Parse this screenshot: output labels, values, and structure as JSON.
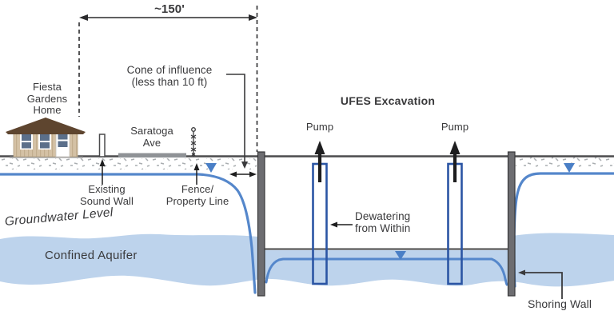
{
  "diagram": {
    "title": "UFES Excavation",
    "dimension_label": "~150'",
    "labels": {
      "home": "Fiesta\nGardens\nHome",
      "cone_of_influence": "Cone of influence\n(less than 10 ft)",
      "street": "Saratoga\nAve",
      "sound_wall": "Existing\nSound Wall",
      "fence": "Fence/\nProperty Line",
      "pump_left": "Pump",
      "pump_right": "Pump",
      "dewatering": "Dewatering\nfrom Within",
      "groundwater_level": "Groundwater Level",
      "confined_aquifer": "Confined Aquifer",
      "shoring_wall": "Shoring Wall"
    },
    "colors": {
      "water_line_blue": "#5587cb",
      "aquifer_fill_blue": "#bdd3ec",
      "marker_blue": "#4a7fc6",
      "well_outline_blue": "#2b55a4",
      "shoring_wall_gray": "#6d6d71",
      "road_gray": "#8f9296",
      "house_body_tan": "#d4c1a5",
      "house_roof_brown": "#5e452f",
      "text_gray": "#39393b"
    }
  }
}
